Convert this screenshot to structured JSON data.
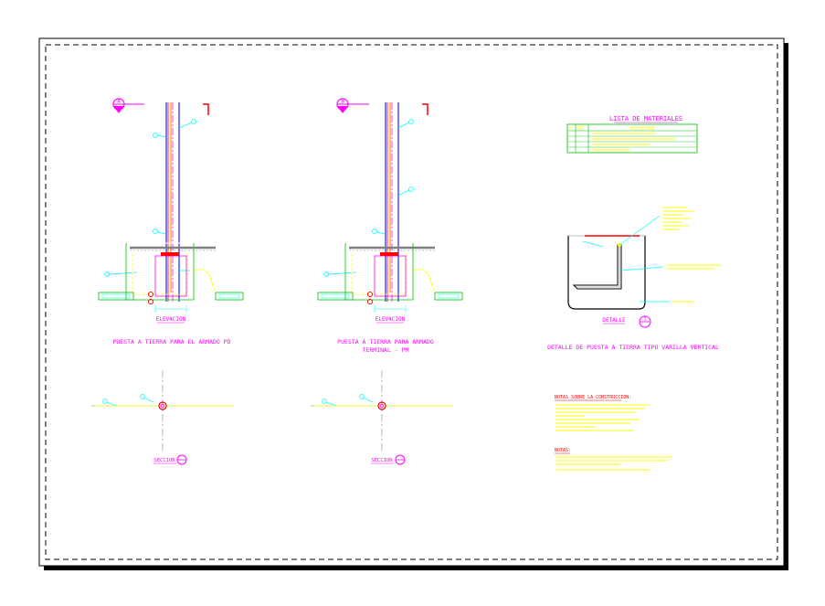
{
  "colors": {
    "magenta": "#ff00ff",
    "yellow": "#ffff00",
    "cyan": "#00ffff",
    "green": "#00c000",
    "red": "#ff0000",
    "blue": "#2020ff",
    "orange": "#ff9900",
    "gray": "#808080"
  },
  "drawing1": {
    "marker": "A",
    "label_elevation": "ELEVACION",
    "caption": "PUESTA A TIERRA PARA EL ARMADO PD",
    "section_label": "SECCION",
    "section_marker": "A"
  },
  "drawing2": {
    "marker": "B",
    "label_elevation": "ELEVACION",
    "caption_line1": "PUESTA A TIERRA PARA ARMADO",
    "caption_line2": "TERMINAL - PM",
    "section_label": "SECCION",
    "section_marker": "B"
  },
  "materials": {
    "title": "LISTA DE MATERIALES",
    "headers": [
      "N°",
      "CANT.",
      "DESCRIPCION"
    ]
  },
  "detail": {
    "label": "DETALLE",
    "marker": "1",
    "caption": "DETALLE DE PUESTA A TIERRA TIPO VARILLA VERTICAL"
  },
  "notes": {
    "construction_title": "NOTAS SOBRE LA CONSTRUCCION:",
    "general_title": "NOTAS:"
  }
}
